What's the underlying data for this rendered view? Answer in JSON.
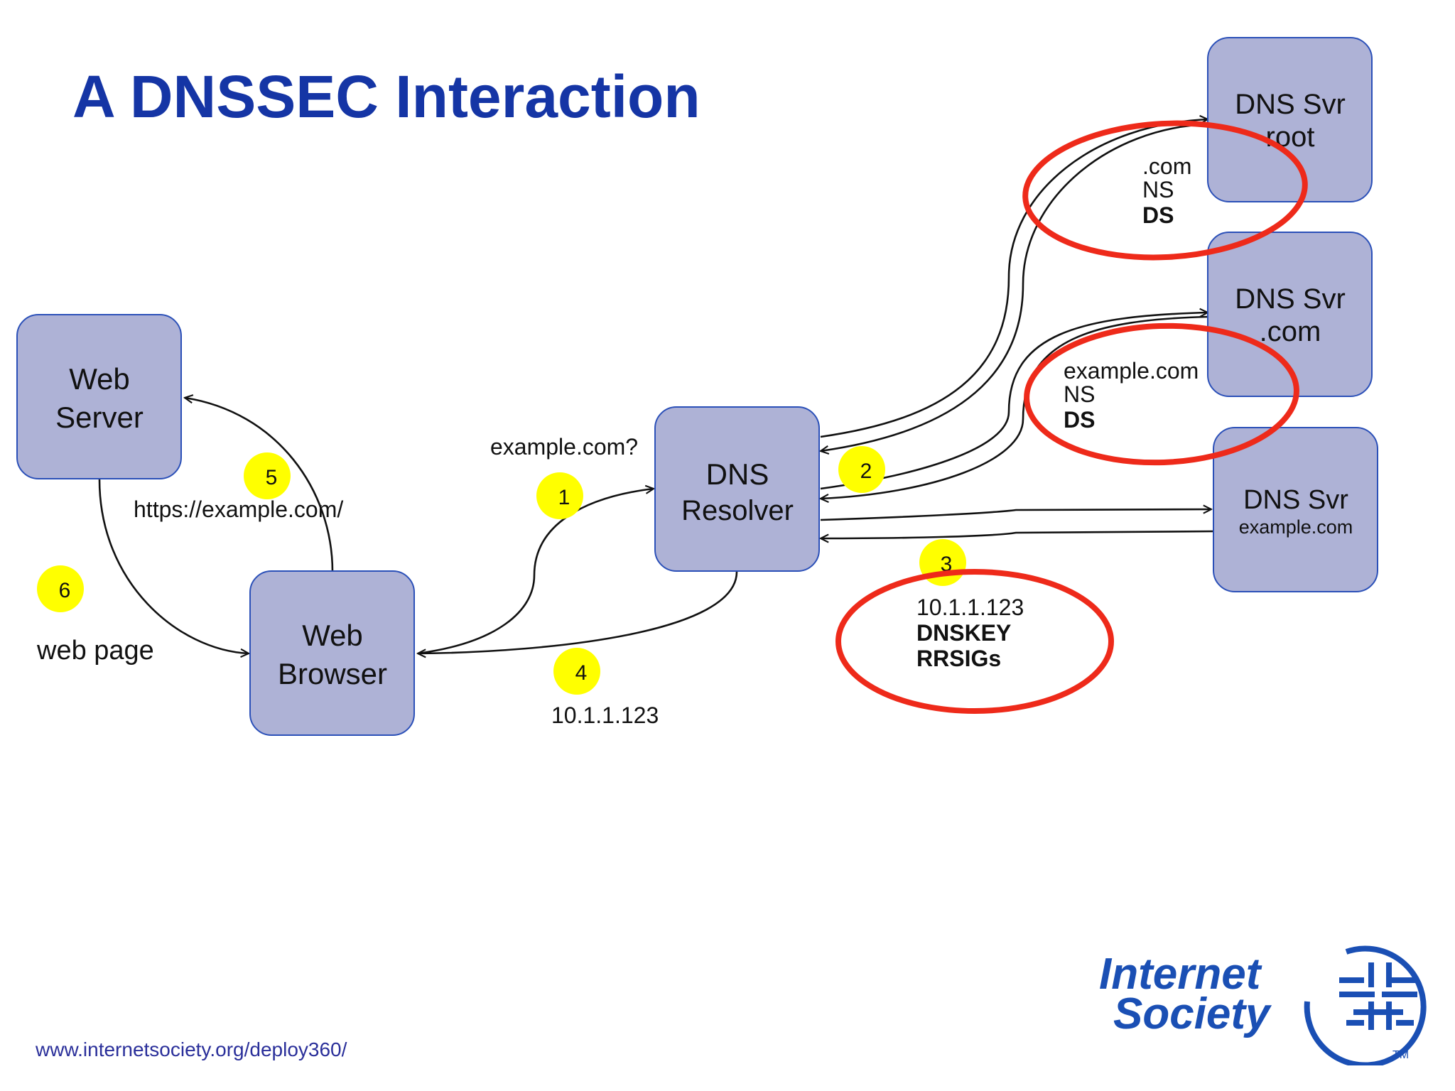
{
  "title": "A DNSSEC Interaction",
  "nodes": {
    "web_server": [
      "Web",
      "Server"
    ],
    "web_browser": [
      "Web",
      "Browser"
    ],
    "dns_resolver": [
      "DNS",
      "Resolver"
    ],
    "root": [
      "DNS Svr",
      "root"
    ],
    "com": [
      "DNS Svr",
      ".com"
    ],
    "example": [
      "DNS Svr",
      "example.com"
    ]
  },
  "steps": [
    "1",
    "2",
    "3",
    "4",
    "5",
    "6"
  ],
  "labels": {
    "query": "example.com?",
    "https": "https://example.com/",
    "web_page": "web page",
    "answer_browser": "10.1.1.123",
    "root_reply": [
      ".com",
      "NS",
      "DS"
    ],
    "com_reply": [
      "example.com",
      "NS",
      "DS"
    ],
    "example_reply": [
      "10.1.1.123",
      "DNSKEY",
      "RRSIGs"
    ]
  },
  "footer_url": "www.internetsociety.org/deploy360/",
  "logo": {
    "line1": "Internet",
    "line2": "Society",
    "tm": "TM",
    "icon": "internet-society-globe-icon",
    "color": "#1a4fb4"
  },
  "colors": {
    "title": "#1535a5",
    "box_fill": "#aeb2d6",
    "box_border": "#2b50b8",
    "step_marker": "#ffff00",
    "highlight": "#ee2a1a"
  }
}
